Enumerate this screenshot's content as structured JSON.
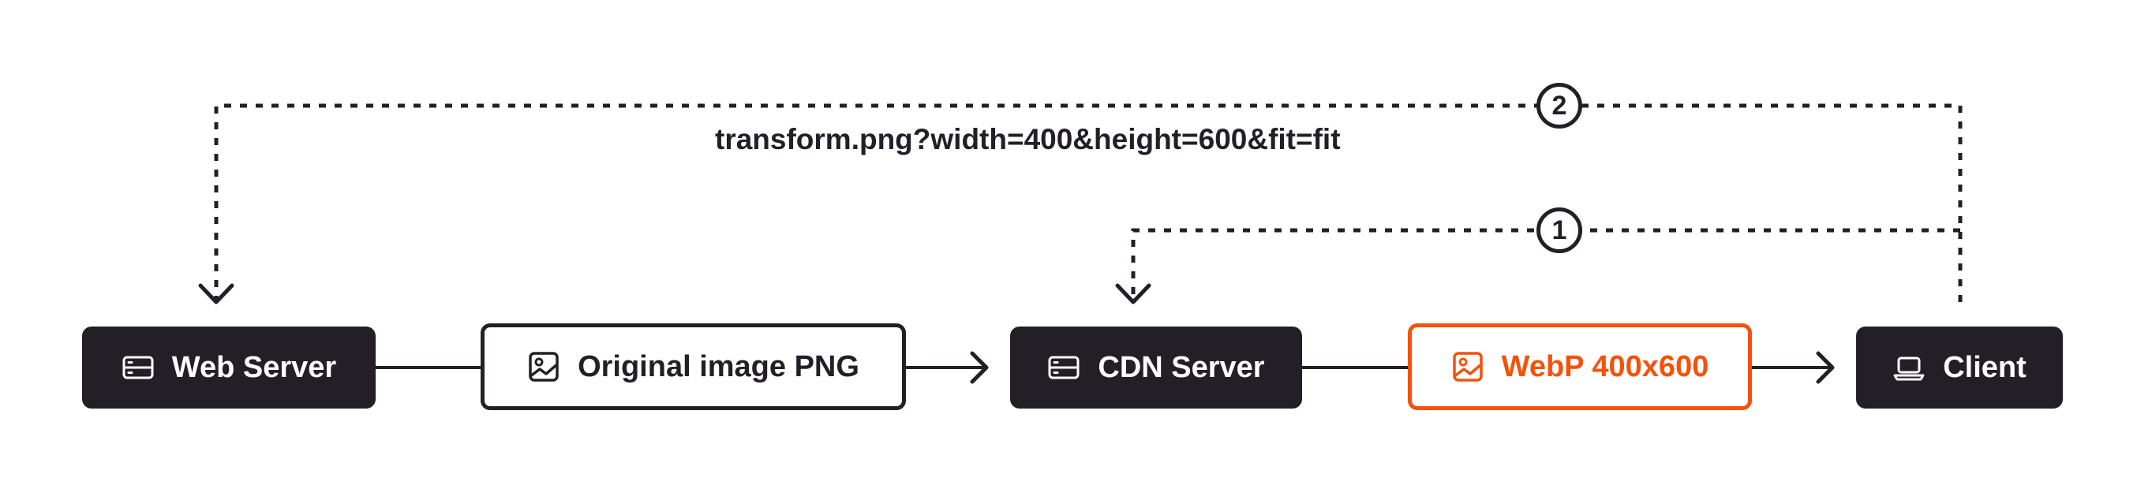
{
  "colors": {
    "dark": "#241e27",
    "accent": "#f4520b",
    "background": "#ffffff"
  },
  "nodes": {
    "web_server": {
      "label": "Web Server",
      "icon": "server-icon"
    },
    "original_image": {
      "label": "Original image PNG",
      "icon": "image-icon"
    },
    "cdn_server": {
      "label": "CDN Server",
      "icon": "server-icon"
    },
    "webp_image": {
      "label": "WebP 400x600",
      "icon": "image-icon"
    },
    "client": {
      "label": "Client",
      "icon": "laptop-icon"
    }
  },
  "requests": {
    "step_1": "1",
    "step_2": "2",
    "url": "transform.png?width=400&height=600&fit=fit"
  }
}
